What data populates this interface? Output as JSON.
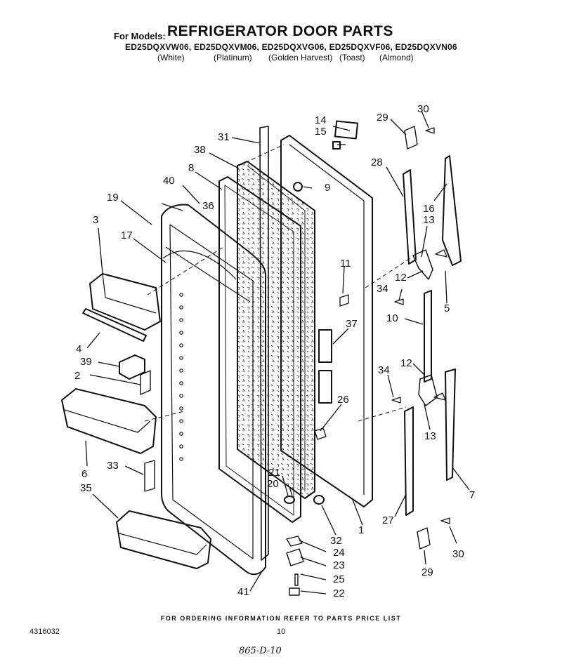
{
  "header": {
    "for_models_label": "For Models:",
    "title": "REFRIGERATOR DOOR PARTS",
    "models_line": "ED25DQXVW06, ED25DQXVM06, ED25DQXVG06, ED25DQXVF06, ED25DQXVN06",
    "colors": [
      "(White)",
      "(Platinum)",
      "(Golden Harvest)",
      "(Toast)",
      "(Almond)"
    ]
  },
  "callouts": [
    {
      "id": "c1",
      "label": "1"
    },
    {
      "id": "c2",
      "label": "2"
    },
    {
      "id": "c3",
      "label": "3"
    },
    {
      "id": "c4",
      "label": "4"
    },
    {
      "id": "c5",
      "label": "5"
    },
    {
      "id": "c6",
      "label": "6"
    },
    {
      "id": "c7",
      "label": "7"
    },
    {
      "id": "c8",
      "label": "8"
    },
    {
      "id": "c9",
      "label": "9"
    },
    {
      "id": "c10",
      "label": "10"
    },
    {
      "id": "c11",
      "label": "11"
    },
    {
      "id": "c12a",
      "label": "12"
    },
    {
      "id": "c12b",
      "label": "12"
    },
    {
      "id": "c13a",
      "label": "13"
    },
    {
      "id": "c13b",
      "label": "13"
    },
    {
      "id": "c14",
      "label": "14"
    },
    {
      "id": "c15",
      "label": "15"
    },
    {
      "id": "c16",
      "label": "16"
    },
    {
      "id": "c17",
      "label": "17"
    },
    {
      "id": "c19",
      "label": "19"
    },
    {
      "id": "c20",
      "label": "20"
    },
    {
      "id": "c21",
      "label": "21"
    },
    {
      "id": "c22",
      "label": "22"
    },
    {
      "id": "c23",
      "label": "23"
    },
    {
      "id": "c24",
      "label": "24"
    },
    {
      "id": "c25",
      "label": "25"
    },
    {
      "id": "c26",
      "label": "26"
    },
    {
      "id": "c27",
      "label": "27"
    },
    {
      "id": "c28",
      "label": "28"
    },
    {
      "id": "c29a",
      "label": "29"
    },
    {
      "id": "c29b",
      "label": "29"
    },
    {
      "id": "c30a",
      "label": "30"
    },
    {
      "id": "c30b",
      "label": "30"
    },
    {
      "id": "c31",
      "label": "31"
    },
    {
      "id": "c32",
      "label": "32"
    },
    {
      "id": "c33",
      "label": "33"
    },
    {
      "id": "c34a",
      "label": "34"
    },
    {
      "id": "c34b",
      "label": "34"
    },
    {
      "id": "c35",
      "label": "35"
    },
    {
      "id": "c36",
      "label": "36"
    },
    {
      "id": "c37",
      "label": "37"
    },
    {
      "id": "c38",
      "label": "38"
    },
    {
      "id": "c39",
      "label": "39"
    },
    {
      "id": "c40",
      "label": "40"
    },
    {
      "id": "c41",
      "label": "41"
    }
  ],
  "footer": {
    "ordering_note": "FOR ORDERING INFORMATION REFER TO PARTS PRICE LIST",
    "document_number": "4316032",
    "page_number": "10",
    "handwritten_note": "865-D-10"
  }
}
